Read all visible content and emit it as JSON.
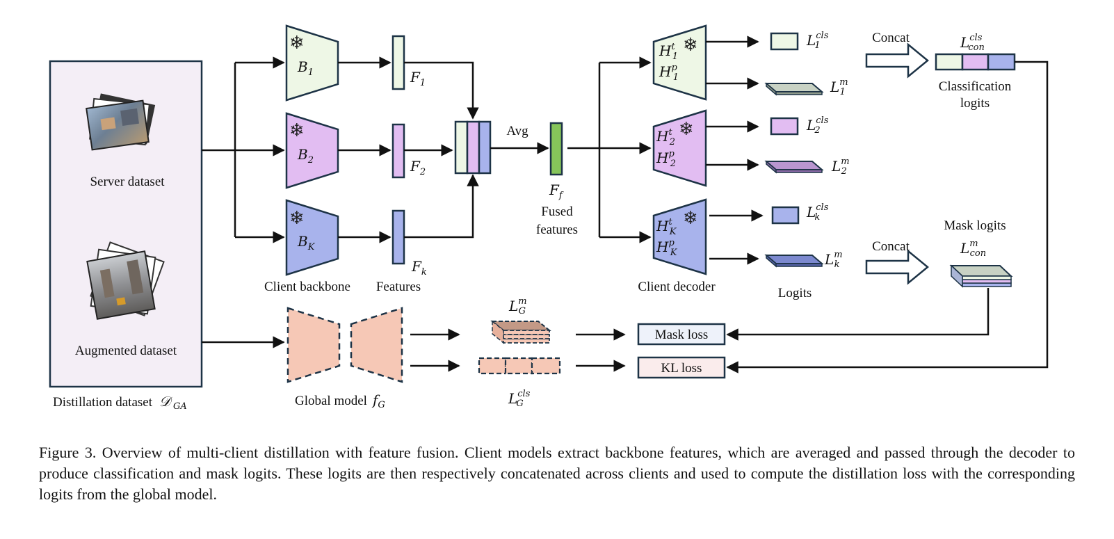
{
  "labels": {
    "server_dataset": "Server dataset",
    "augmented_dataset": "Augmented dataset",
    "distillation_dataset": "Distillation dataset",
    "distillation_symbol": "𝒟",
    "distillation_sub": "GA",
    "client_backbone": "Client backbone",
    "features": "Features",
    "avg": "Avg",
    "fused_features_1": "Fused",
    "fused_features_2": "features",
    "client_decoder": "Client decoder",
    "logits": "Logits",
    "concat_top": "Concat",
    "concat_bottom": "Concat",
    "classification_logits_1": "Classification",
    "classification_logits_2": "logits",
    "mask_logits": "Mask logits",
    "global_model": "Global model",
    "global_symbol": "f",
    "global_sub": "G",
    "mask_loss": "Mask loss",
    "kl_loss": "KL loss",
    "snowflake": "❄"
  },
  "math": {
    "B": "B",
    "H": "H",
    "F": "F",
    "L": "L",
    "sub_1": "1",
    "sub_2": "2",
    "sub_K": "K",
    "sub_k": "k",
    "sub_f": "f",
    "sub_G": "G",
    "sup_t": "t",
    "sup_p": "p",
    "sup_cls": "cls",
    "sup_m": "m",
    "sub_con": "con"
  },
  "caption": "Figure 3. Overview of multi-client distillation with feature fusion. Client models extract backbone features, which are averaged and passed through the decoder to produce classification and mask logits. These logits are then respectively concatenated across clients and used to compute the distillation loss with the corresponding logits from the global model.",
  "colors": {
    "client1": "#eef7e6",
    "client2": "#e2bdf2",
    "clientK": "#a8b3ec",
    "fused": "#86c55a",
    "global": "#f6c8b6",
    "dataset_bg": "#f4eef6",
    "stroke": "#1d3346",
    "mask_loss_bg": "#eef2fa",
    "kl_loss_bg": "#faecec"
  }
}
